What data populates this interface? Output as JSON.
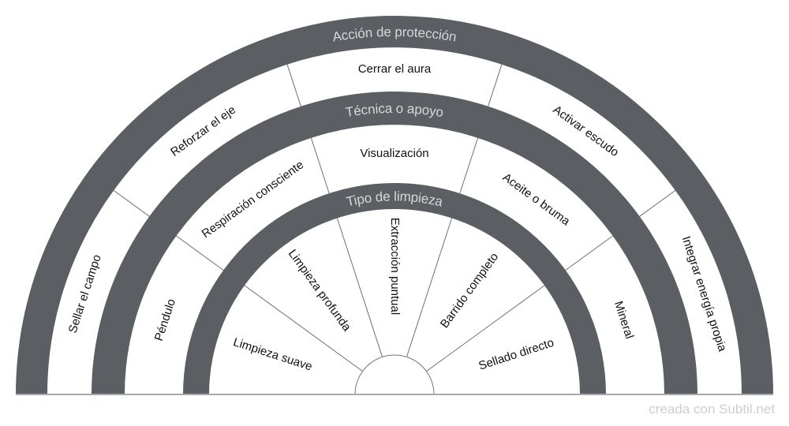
{
  "rings": [
    {
      "id": "inner",
      "title": "Tipo de limpieza",
      "label_orientation": "radial",
      "segments": [
        "Limpieza suave",
        "Limpieza profunda",
        "Extracción puntual",
        "Barrido completo",
        "Sellado directo"
      ]
    },
    {
      "id": "middle",
      "title": "Técnica o apoyo",
      "label_orientation": "tangential",
      "segments": [
        "Péndulo",
        "Respiración consciente",
        "Visualización",
        "Aceite o bruma",
        "Mineral"
      ]
    },
    {
      "id": "outer",
      "title": "Acción de protección",
      "label_orientation": "tangential",
      "segments": [
        "Sellar el campo",
        "Reforzar el eje",
        "Cerrar el aura",
        "Activar escudo",
        "Integrar energía propia"
      ]
    }
  ],
  "colors": {
    "band": "#5b5e62",
    "band_text": "#d8d8d8",
    "segment_text": "#111111",
    "watermark": "#cfcfcf"
  },
  "footer": {
    "watermark": "creada con Subtil.net"
  }
}
